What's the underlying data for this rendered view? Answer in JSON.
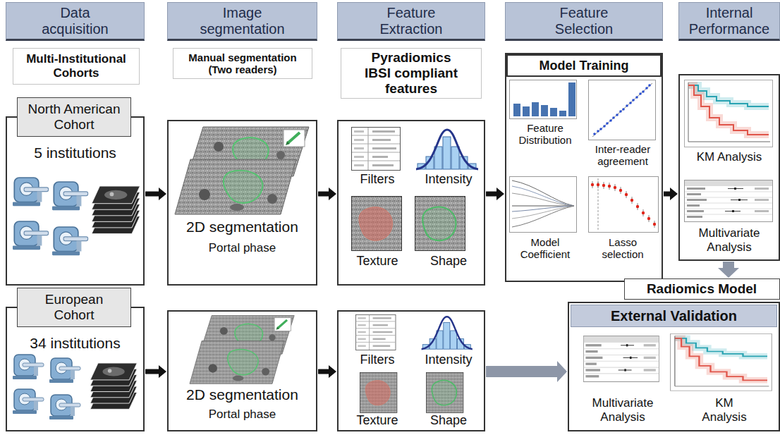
{
  "diagram": {
    "nodes": [
      {
        "text": [
          "Data acquisition"
        ]
      },
      {
        "text": [
          "Image segmentation"
        ]
      },
      {
        "text": [
          "Feature Extraction"
        ]
      },
      {
        "text": [
          "Feature Selection"
        ]
      },
      {
        "text": [
          "Internal Performance"
        ]
      },
      {
        "text": [
          "Multi-Institutional Cohorts"
        ]
      },
      {
        "text": [
          "Manual segmentation (Two readers)"
        ]
      },
      {
        "text": [
          "Pyradiomics IBSI compliant features"
        ]
      },
      {
        "text": [
          "Model Training",
          "Feature Distribution",
          "Inter-reader agreement",
          "Model Coefficient",
          "Lasso selection"
        ]
      },
      {
        "text": [
          "North American Cohort",
          "5 institutions"
        ]
      },
      {
        "text": [
          "2D segmentation",
          "Portal phase"
        ]
      },
      {
        "text": [
          "Filters",
          "Intensity",
          "Texture",
          "Shape"
        ]
      },
      {
        "text": [
          "KM Analysis",
          "Multivariate Analysis"
        ]
      },
      {
        "text": [
          "Radiomics Model"
        ]
      },
      {
        "text": [
          "European Cohort",
          "34 institutions"
        ]
      },
      {
        "text": [
          "2D segmentation",
          "Portal phase"
        ]
      },
      {
        "text": [
          "Filters",
          "Intensity",
          "Texture",
          "Shape"
        ]
      },
      {
        "text": [
          "External Validation",
          "Multivariate Analysis",
          "KM Analysis"
        ]
      }
    ],
    "edges": [
      {
        "from": 9,
        "to": 10,
        "arrow": "to"
      },
      {
        "from": 10,
        "to": 11,
        "arrow": "to"
      },
      {
        "from": 11,
        "to": 8,
        "arrow": "to"
      },
      {
        "from": 8,
        "to": 12,
        "arrow": "to"
      },
      {
        "from": 12,
        "to": 13,
        "arrow": "to"
      },
      {
        "from": 14,
        "to": 15,
        "arrow": "to"
      },
      {
        "from": 15,
        "to": 16,
        "arrow": "to"
      },
      {
        "from": 16,
        "to": 17,
        "arrow": "to"
      }
    ]
  }
}
